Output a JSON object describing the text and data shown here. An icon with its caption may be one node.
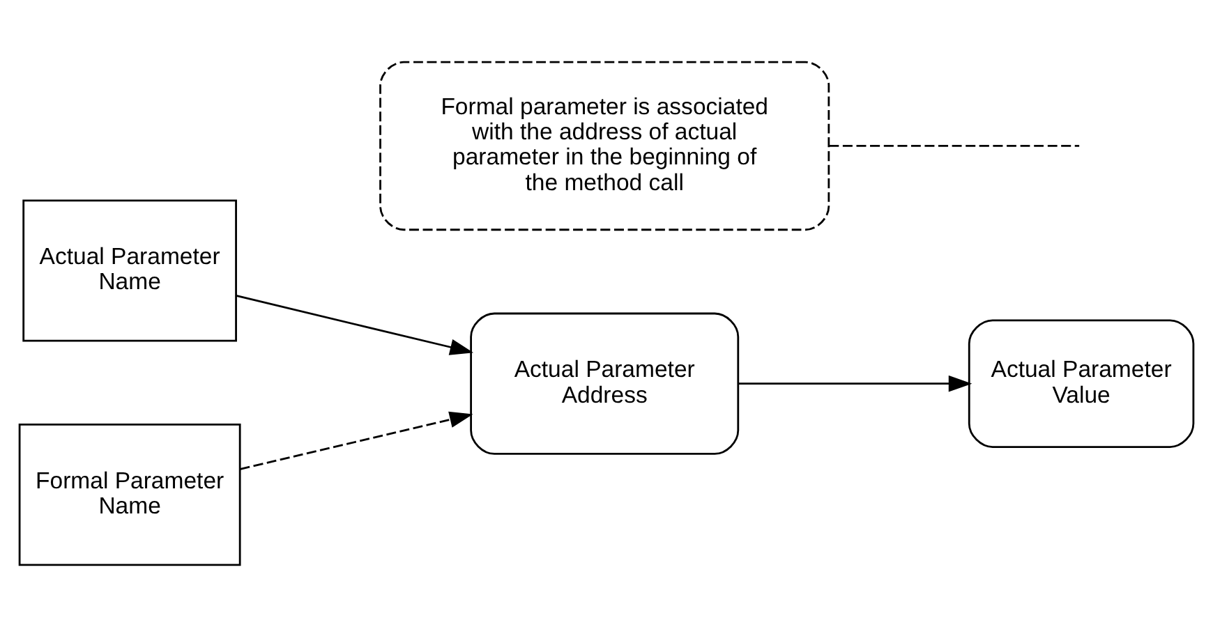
{
  "diagram": {
    "nodes": [
      {
        "text": [
          "Actual Parameter Name"
        ]
      },
      {
        "text": [
          "Actual Parameter Address"
        ]
      },
      {
        "text": [
          "Actual Parameter Value"
        ]
      },
      {
        "text": [
          "Formal Parameter Name"
        ]
      },
      {
        "text": [
          "Formal parameter is associated with the address of actual parameter in the beginning of the method call"
        ]
      }
    ],
    "edges": [
      {
        "from": 0,
        "to": 1,
        "arrow": "to"
      },
      {
        "from": 1,
        "to": 2,
        "arrow": "to"
      },
      {
        "from": 3,
        "to": 1,
        "arrow": "to",
        "style": "dashed"
      },
      {
        "from": 4,
        "to": null,
        "arrow": "none",
        "style": "dashed"
      }
    ]
  }
}
